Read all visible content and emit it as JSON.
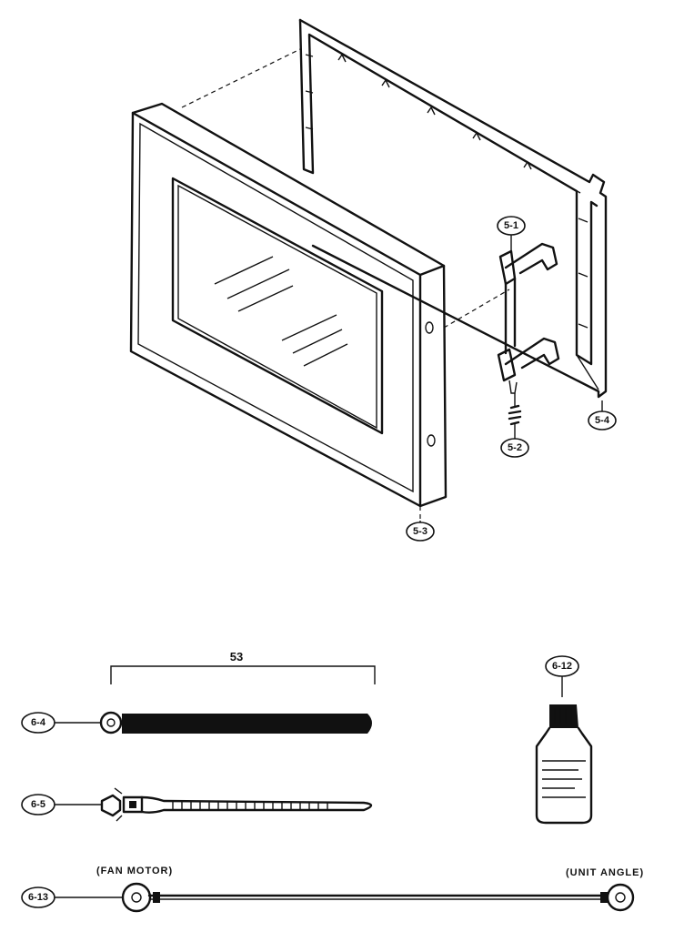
{
  "callouts": {
    "c5_1": "5-1",
    "c5_2": "5-2",
    "c5_3": "5-3",
    "c5_4": "5-4",
    "c6_4": "6-4",
    "c6_5": "6-5",
    "c6_12": "6-12",
    "c6_13": "6-13"
  },
  "dimension": {
    "length": "53"
  },
  "labels": {
    "fan_motor": "(FAN MOTOR)",
    "unit_angle": "(UNIT ANGLE)"
  }
}
